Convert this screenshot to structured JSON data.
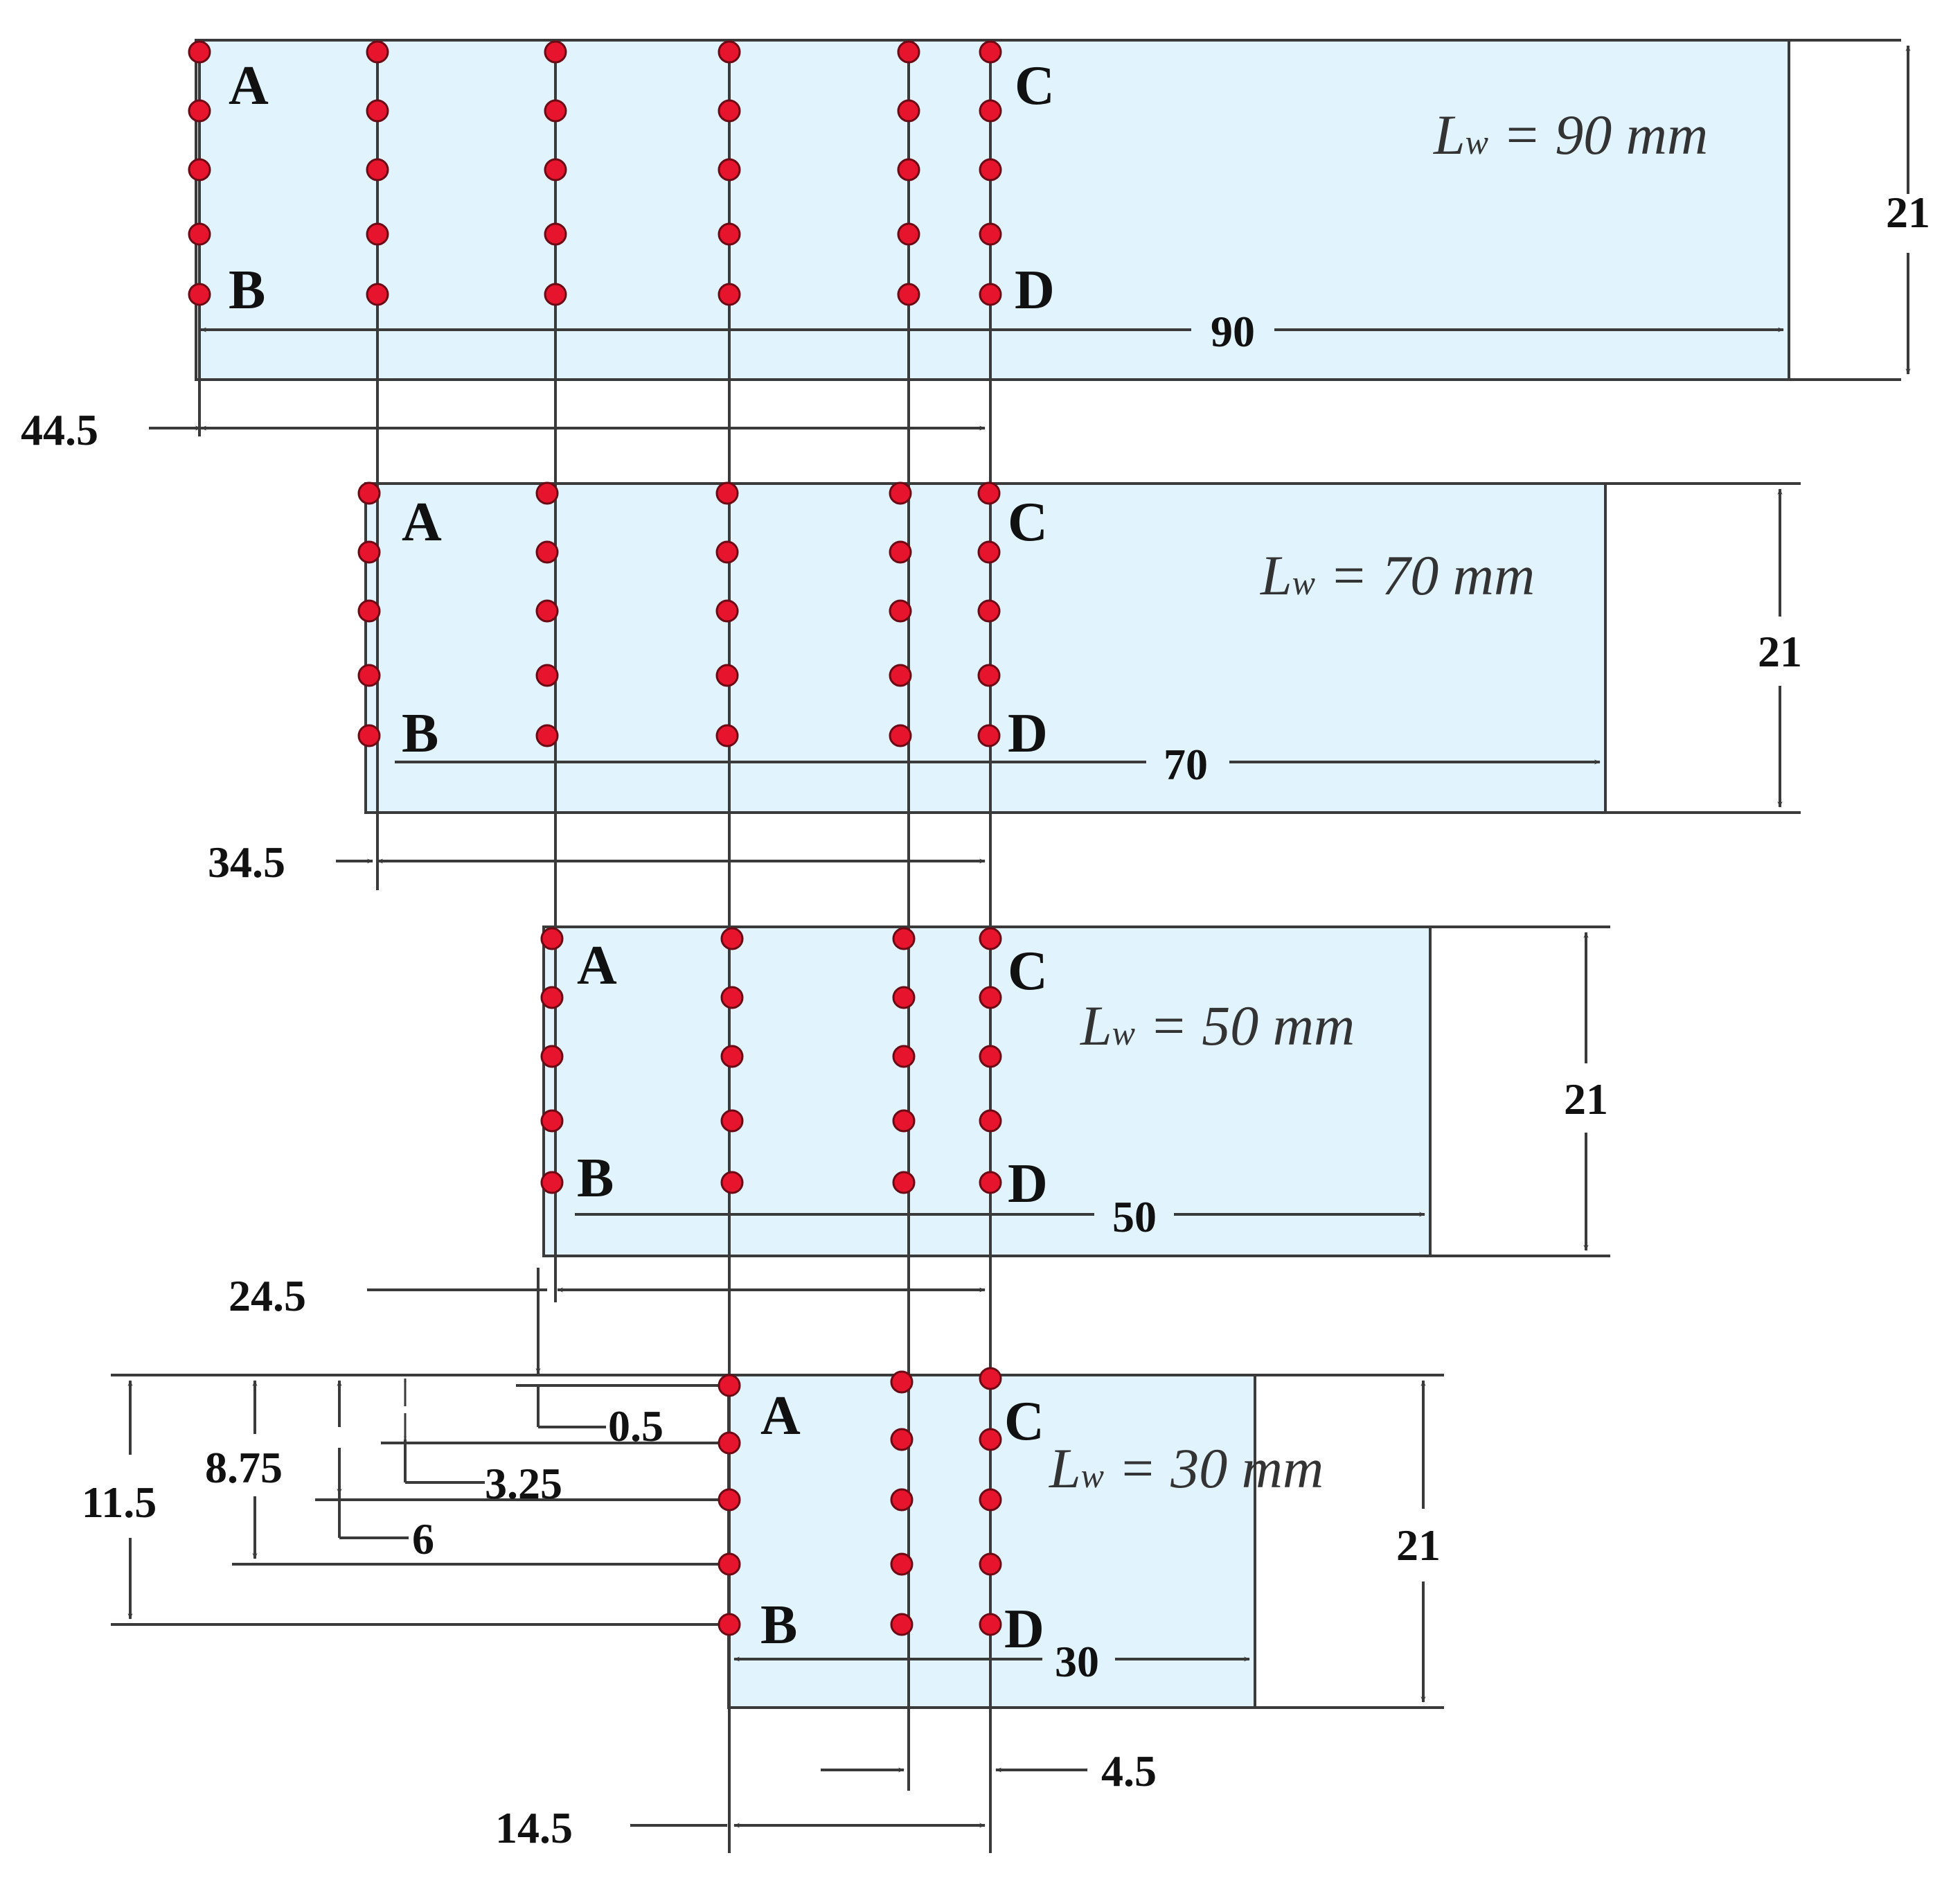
{
  "colors": {
    "panel_fill": "#e1f3fd",
    "outline": "#3a3a3a",
    "dot_fill": "#e6152d",
    "dot_stroke": "#6a0a14",
    "text": "#111111"
  },
  "corner_labels": [
    "A",
    "B",
    "C",
    "D"
  ],
  "panels": [
    {
      "id": "lw90",
      "lw_prefix": "L",
      "lw_sub": "w",
      "lw_value": " = 90 mm",
      "length_dim": "90",
      "height_dim": "21",
      "offset_dim": "44.5"
    },
    {
      "id": "lw70",
      "lw_prefix": "L",
      "lw_sub": "w",
      "lw_value": " = 70 mm",
      "length_dim": "70",
      "height_dim": "21",
      "offset_dim": "34.5"
    },
    {
      "id": "lw50",
      "lw_prefix": "L",
      "lw_sub": "w",
      "lw_value": " = 50 mm",
      "length_dim": "50",
      "height_dim": "21",
      "offset_dim": "24.5"
    },
    {
      "id": "lw30",
      "lw_prefix": "L",
      "lw_sub": "w",
      "lw_value": " = 30 mm",
      "length_dim": "30",
      "height_dim": "21",
      "offset_dim": "14.5"
    }
  ],
  "detail_dims": {
    "top_offset": "0.5",
    "row_2": "3.25",
    "row_3": "6",
    "row_4": "8.75",
    "row_5": "11.5",
    "inner_spacing": "4.5"
  }
}
